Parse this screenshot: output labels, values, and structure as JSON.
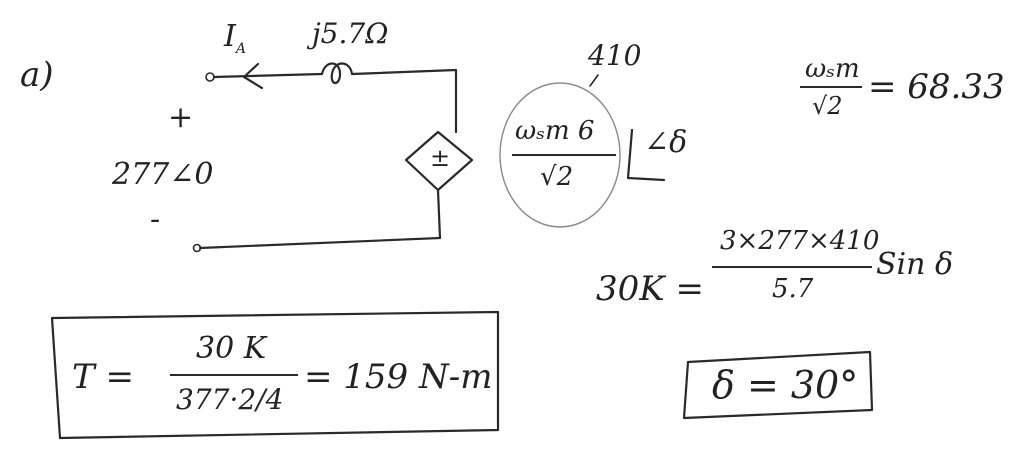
{
  "part_label": "a)",
  "circuit": {
    "current_label": "I",
    "current_subscript": "A",
    "reactance_label": "j5.7Ω",
    "plus_sign": "+",
    "minus_sign": "-",
    "source_voltage": "277∠0",
    "source_sign": "±"
  },
  "annotation_value": "410",
  "emf_expression": {
    "numerator": "ωₛm 6",
    "denominator": "√2",
    "angle_symbol": "∠δ"
  },
  "emf_result": {
    "numerator": "ωₛm",
    "denominator": "√2",
    "equals": "= 68.33"
  },
  "power_equation": {
    "lhs": "30K =",
    "numerator": "3×277×410",
    "denominator": "5.7",
    "trailing": "Sin δ"
  },
  "delta_result": "δ = 30°",
  "torque_equation": {
    "lhs": "T =",
    "numerator": "30 K",
    "denominator": "377·2/4",
    "result": "= 159 N-m"
  }
}
